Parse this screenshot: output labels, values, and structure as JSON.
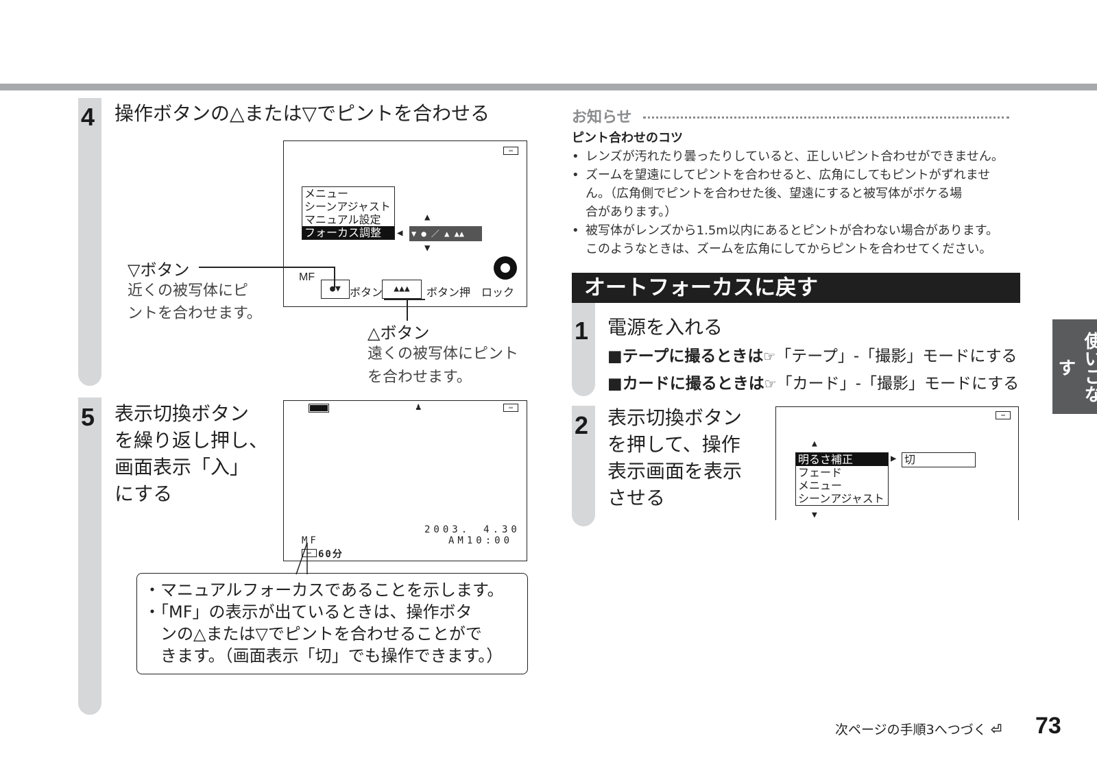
{
  "step4": {
    "number": "4",
    "title": "操作ボタンの△または▽でピントを合わせる",
    "lcd": {
      "menu_items": [
        "メニュー",
        "シーンアジャスト",
        "マニュアル設定",
        "フォーカス調整"
      ],
      "mf": "MF",
      "bottom_text_1": "ボタン",
      "bottom_text_2": "ボタン押　ロック"
    },
    "down_button": {
      "head": "▽ボタン",
      "desc_1": "近くの被写体にピ",
      "desc_2": "ントを合わせます。"
    },
    "up_button": {
      "head": "△ボタン",
      "desc_1": "遠くの被写体にピント",
      "desc_2": "を合わせます。"
    }
  },
  "step5": {
    "number": "5",
    "title_lines": [
      "表示切換ボタン",
      "を繰り返し押し、",
      "画面表示「入」",
      "にする"
    ],
    "lcd": {
      "date": "2003.　4.30",
      "time": "AM10:00",
      "mf": "MF",
      "tape": "60分"
    },
    "note_lines": [
      "・マニュアルフォーカスであることを示します。",
      "・「MF」の表示が出ているときは、操作ボタ",
      "　ンの△または▽でピントを合わせることがで",
      "　きます。（画面表示「切」でも操作できます。）"
    ]
  },
  "notice": {
    "heading": "お知らせ",
    "subheading": "ピント合わせのコツ",
    "bullets": [
      [
        "レンズが汚れたり曇ったりしていると、正しいピント合わせができません。"
      ],
      [
        "ズームを望遠にしてピントを合わせると、広角にしてもピントがずれませ",
        "ん。（広角側でピントを合わせた後、望遠にすると被写体がボケる場",
        "合があります。）"
      ],
      [
        "被写体がレンズから1.5m以内にあるとピントが合わない場合があります。",
        "このようなときは、ズームを広角にしてからピントを合わせてください。"
      ]
    ]
  },
  "section": {
    "title": "オートフォーカスに戻す",
    "step1": {
      "number": "1",
      "title": "電源を入れる",
      "line1_bold": "■テープに撮るときは",
      "line1_rest": "「テープ」-「撮影」モードにする",
      "line2_bold": "■カードに撮るときは",
      "line2_rest": "「カード」-「撮影」モードにする"
    },
    "step2": {
      "number": "2",
      "title_lines": [
        "表示切換ボタン",
        "を押して、操作",
        "表示画面を表示",
        "させる"
      ],
      "lcd": {
        "menu_items": [
          "明るさ補正",
          "フェード",
          "メニュー",
          "シーンアジャスト"
        ],
        "value": "切"
      }
    }
  },
  "side_tab": "使いこなす",
  "footer": {
    "continue": "次ページの手順3へつづく",
    "page": "73"
  },
  "colors": {
    "topbar": "#a7a9ac",
    "stepbar": "#d6d7d9",
    "tab": "#5a5b5d",
    "section": "#1f1f1f"
  }
}
